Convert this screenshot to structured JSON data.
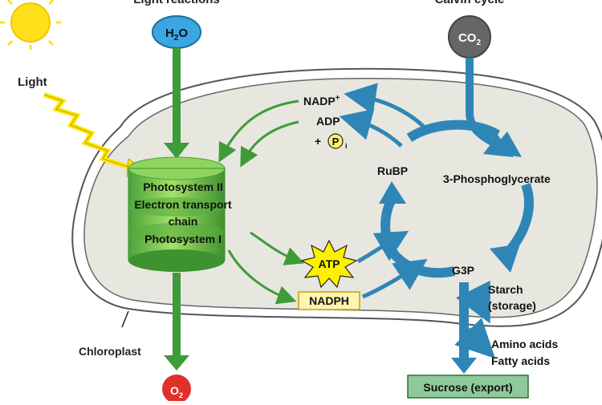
{
  "headers": {
    "light_reactions": "Light reactions",
    "calvin_cycle": "Calvin cycle"
  },
  "inputs": {
    "light": "Light",
    "water": "H",
    "water_sub": "2",
    "water_tail": "O",
    "co2": "CO",
    "co2_sub": "2",
    "oxygen": "O",
    "oxygen_sub": "2"
  },
  "thylakoid": {
    "line1": "Photosystem II",
    "line2": "Electron transport",
    "line3": "chain",
    "line4": "Photosystem I"
  },
  "carriers": {
    "nadp": "NADP",
    "nadp_sup": "+",
    "adp": "ADP",
    "plus": "+",
    "pi": "P",
    "pi_sub": "i",
    "atp": "ATP",
    "nadph": "NADPH"
  },
  "calvin": {
    "rubp": "RuBP",
    "pga": "3-Phosphoglycerate",
    "g3p": "G3P"
  },
  "outputs": {
    "starch": "Starch",
    "storage": "(storage)",
    "amino": "Amino acids",
    "fatty": "Fatty acids",
    "sucrose": "Sucrose (export)"
  },
  "labels": {
    "chloroplast": "Chloroplast"
  },
  "colors": {
    "stroma": "#e7e7df",
    "green_arrow": "#3e9b3a",
    "blue_arrow": "#2f86b6",
    "water": "#3aa7e3",
    "co2": "#666666",
    "oxygen": "#e0302b",
    "sun": "#ffe01a",
    "atp": "#fff000",
    "nadph_box": "#fff3b0",
    "sucrose_box": "#8fc99a"
  }
}
